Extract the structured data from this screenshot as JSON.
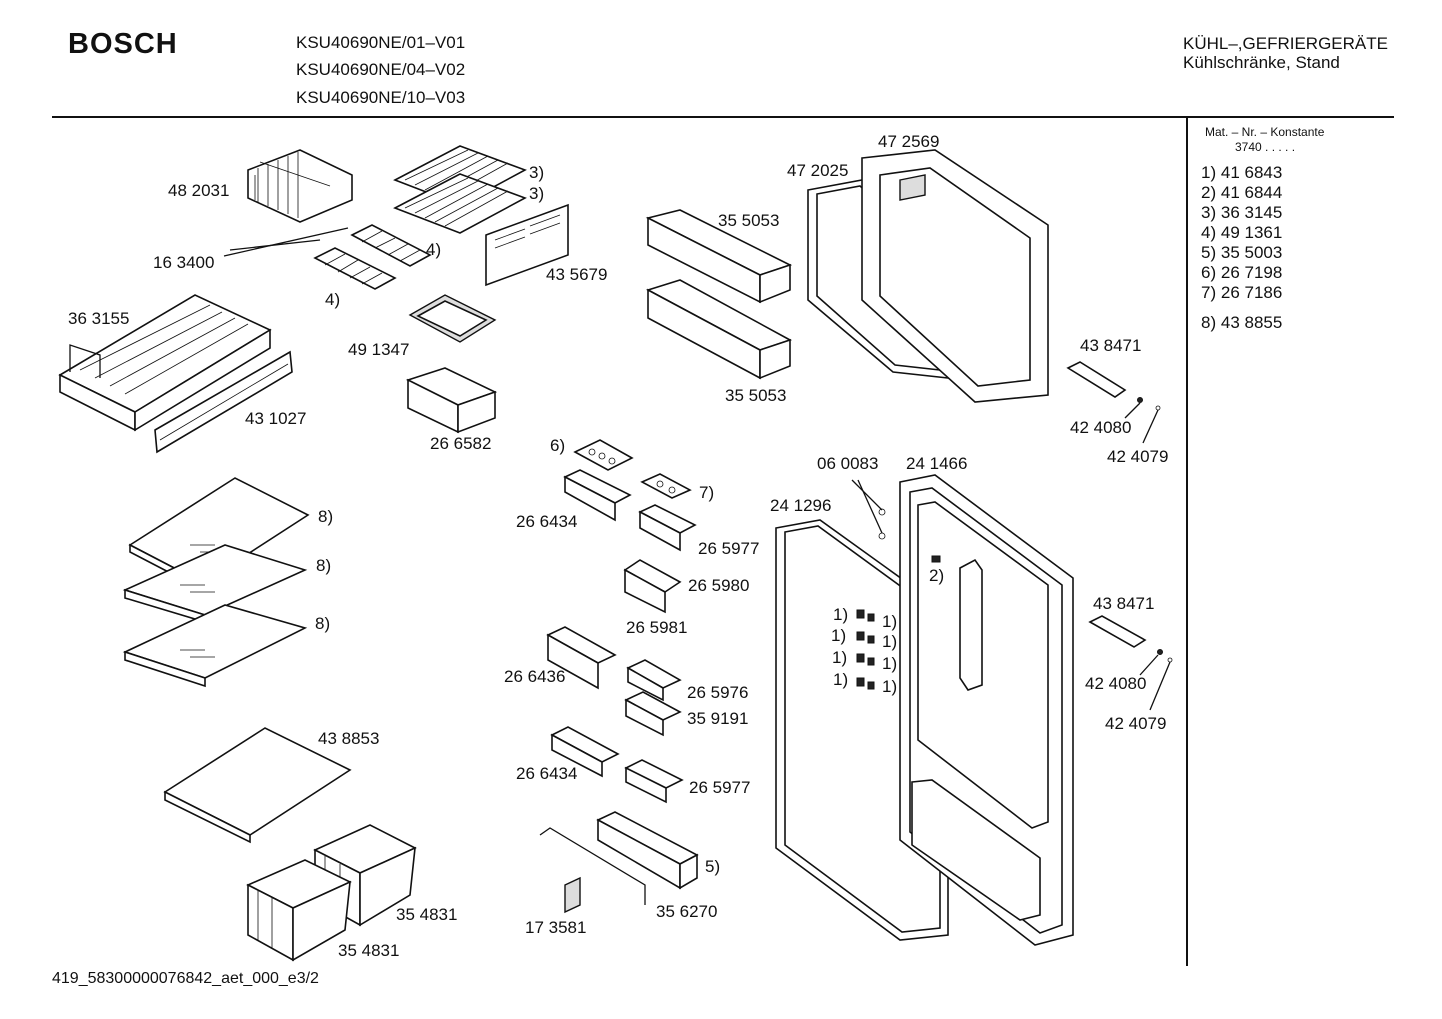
{
  "header": {
    "brand": "BOSCH",
    "models": [
      "KSU40690NE/01–V01",
      "KSU40690NE/04–V02",
      "KSU40690NE/10–V03"
    ],
    "category_line1": "KÜHL–,GEFRIERGERÄTE",
    "category_line2": "Kühlschränke, Stand"
  },
  "side_panel": {
    "mat_header": "Mat. – Nr. – Konstante",
    "mat_constant": "3740  .   .   .   .   .",
    "footnotes": [
      {
        "key": "1)",
        "value": "41 6843"
      },
      {
        "key": "2)",
        "value": "41 6844"
      },
      {
        "key": "3)",
        "value": "36 3145"
      },
      {
        "key": "4)",
        "value": "49 1361"
      },
      {
        "key": "5)",
        "value": "35 5003"
      },
      {
        "key": "6)",
        "value": "26 7198"
      },
      {
        "key": "7)",
        "value": "26 7186"
      },
      {
        "key": "8)",
        "value": "43 8855"
      }
    ]
  },
  "labels": {
    "p482031": "48 2031",
    "p163400": "16 3400",
    "p363155": "36 3155",
    "p491347": "49 1347",
    "p431027": "43 1027",
    "p266582": "26 6582",
    "p435679": "43 5679",
    "p355053a": "35 5053",
    "p355053b": "35 5053",
    "p472025": "47 2025",
    "p472569": "47 2569",
    "p438471a": "43 8471",
    "p424080a": "42 4080",
    "p424079a": "42 4079",
    "p600083": "06 0083",
    "p241466": "24 1466",
    "p241296": "24 1296",
    "p438471b": "43 8471",
    "p424080b": "42 4080",
    "p424079b": "42 4079",
    "p266434a": "26 6434",
    "p265977a": "26 5977",
    "p265980": "26 5980",
    "p265981": "26 5981",
    "p266436": "26 6436",
    "p265976": "26 5976",
    "p359191": "35 9191",
    "p266434b": "26 6434",
    "p265977b": "26 5977",
    "p438853": "43 8853",
    "p354831a": "35 4831",
    "p354831b": "35 4831",
    "p356270": "35 6270",
    "p173581": "17 3581"
  },
  "callouts": {
    "c3a": "3)",
    "c3b": "3)",
    "c4a": "4)",
    "c4b": "4)",
    "c8a": "8)",
    "c8b": "8)",
    "c8c": "8)",
    "c6": "6)",
    "c7": "7)",
    "c5": "5)",
    "c2": "2)",
    "c1a": "1)",
    "c1b": "1)",
    "c1c": "1)",
    "c1d": "1)",
    "c1e": "1)",
    "c1f": "1)",
    "c1g": "1)",
    "c1h": "1)"
  },
  "footer": {
    "code": "419_58300000076842_aet_000_e3/2"
  }
}
